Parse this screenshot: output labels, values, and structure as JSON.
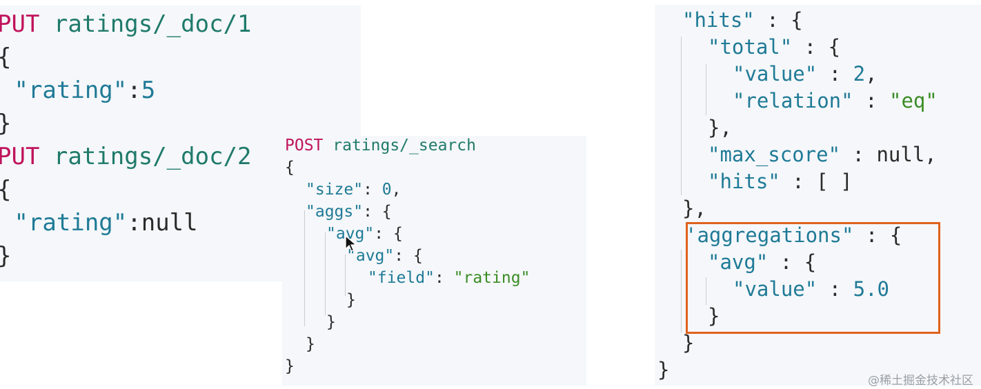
{
  "left_panel": {
    "l1_method": "PUT",
    "l1_url": "ratings/_doc/1",
    "l2": "{",
    "l3_key": "\"rating\"",
    "l3_sep": ":",
    "l3_val": "5",
    "l4": "}",
    "l5_method": "PUT",
    "l5_url": "ratings/_doc/2",
    "l6": "{",
    "l7_key": "\"rating\"",
    "l7_sep": ":",
    "l7_val": "null",
    "l8": "}"
  },
  "middle_panel": {
    "l1_method": "POST",
    "l1_url": "ratings/_search",
    "l2": "{",
    "l3_key": "\"size\"",
    "l3_sep": ": ",
    "l3_val": "0",
    "l3_end": ",",
    "l4_key": "\"aggs\"",
    "l4_rest": ": {",
    "l5_key": "\"avg\"",
    "l5_rest": ": {",
    "l6_key": "\"avg\"",
    "l6_rest": ": {",
    "l7_key": "\"field\"",
    "l7_sep": ": ",
    "l7_val": "\"rating\"",
    "l8": "}",
    "l9": "}",
    "l10": "}",
    "l11": "}"
  },
  "right_panel": {
    "l1_key": "\"hits\"",
    "l1_rest": " : {",
    "l2_key": "\"total\"",
    "l2_rest": " : {",
    "l3_key": "\"value\"",
    "l3_sep": " : ",
    "l3_val": "2",
    "l3_end": ",",
    "l4_key": "\"relation\"",
    "l4_sep": " : ",
    "l4_val": "\"eq\"",
    "l5": "},",
    "l6_key": "\"max_score\"",
    "l6_rest": " : null,",
    "l7_key": "\"hits\"",
    "l7_rest": " : [ ]",
    "l8": "},",
    "l9_key": "'aggregations\"",
    "l9_rest": " : {",
    "l10_key": "\"avg\"",
    "l10_rest": " : {",
    "l11_key": "\"value\"",
    "l11_sep": " : ",
    "l11_val": "5.0",
    "l12": "}",
    "l13": "}",
    "l14": "}"
  },
  "watermark": "@稀土掘金技术社区",
  "colors": {
    "method": "#c0145c",
    "url": "#1f7a6a",
    "key": "#1f7a96",
    "string": "#3a8c25",
    "highlight_box": "#e0611e",
    "panel_bg": "#f5f7fa"
  }
}
